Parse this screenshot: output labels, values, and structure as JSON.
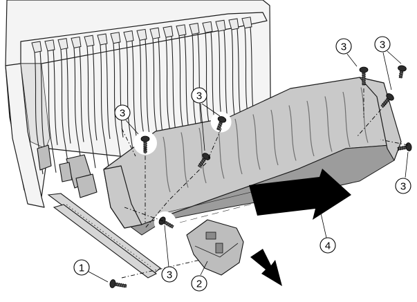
{
  "callouts": {
    "c1": "1",
    "c2": "2",
    "c3a": "3",
    "c3b": "3",
    "c3c": "3",
    "c3d": "3",
    "c3e": "3",
    "c3f": "3",
    "c4": "4"
  }
}
